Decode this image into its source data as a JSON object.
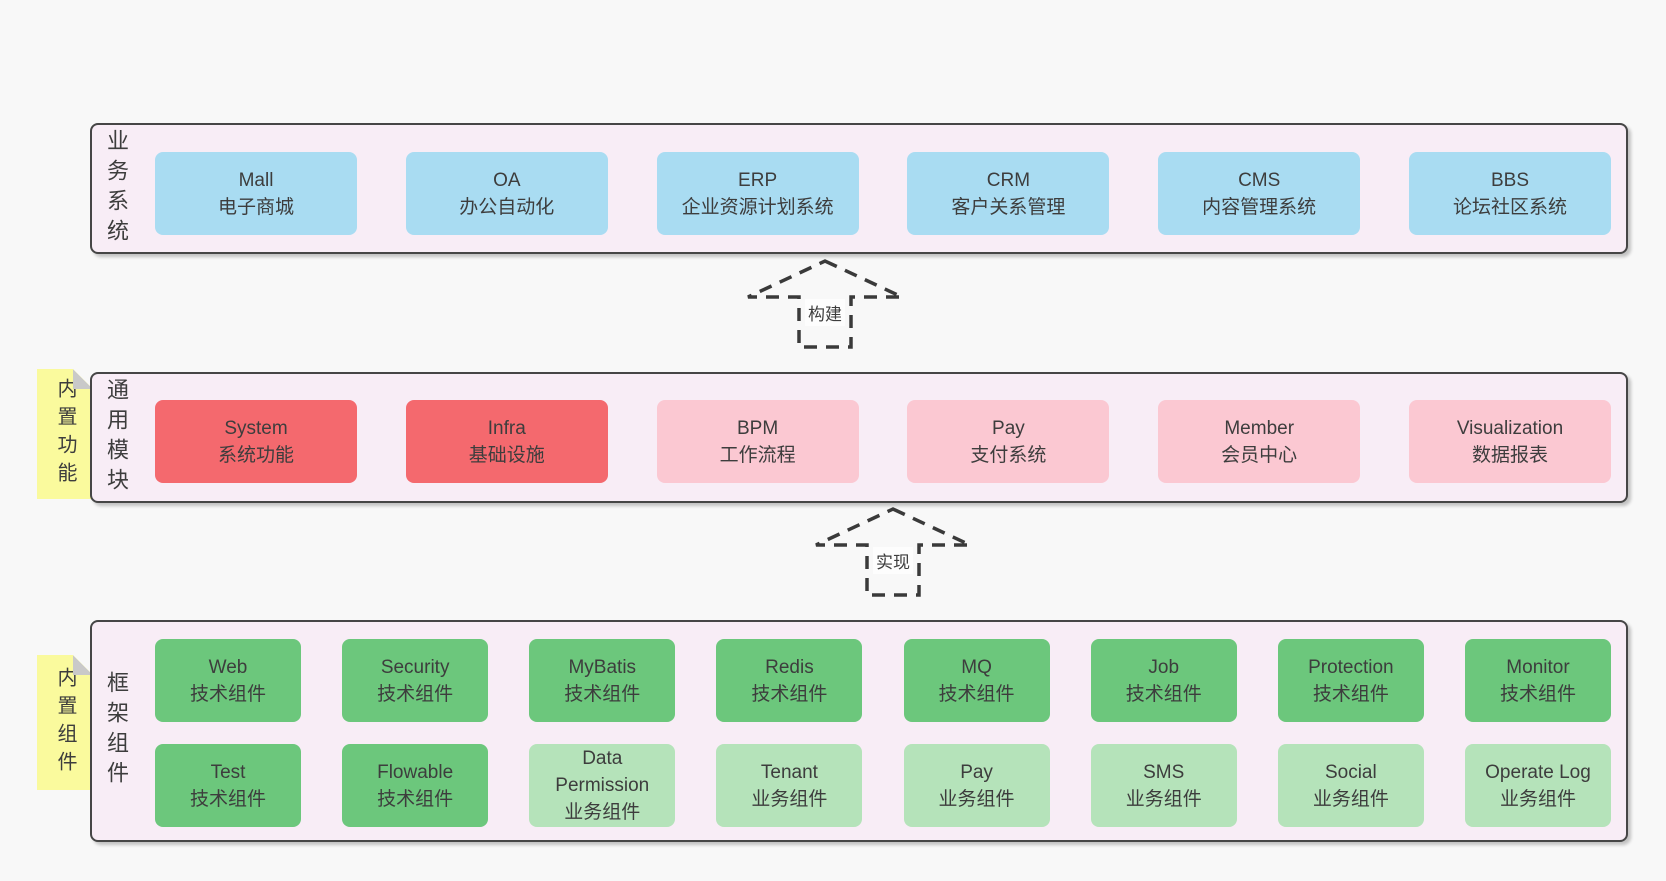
{
  "colors": {
    "page_bg": "#f8f8f8",
    "panel_bg": "#f8edf6",
    "panel_border": "#464646",
    "sticky_bg": "#fafa9d",
    "sticky_fold": "#c9c9c9",
    "box_blue": "#a9dcf2",
    "box_red": "#f4696e",
    "box_pink": "#fbc8d2",
    "box_green": "#6cc77c",
    "box_green_light": "#b5e3ba",
    "text": "#3d3d3d",
    "arrow_line": "#3a3a3a",
    "label_bg": "#fdfdfd"
  },
  "sections": {
    "business": {
      "label": "业务系统",
      "boxes": [
        {
          "en": "Mall",
          "zh": "电子商城",
          "color": "blue"
        },
        {
          "en": "OA",
          "zh": "办公自动化",
          "color": "blue"
        },
        {
          "en": "ERP",
          "zh": "企业资源计划系统",
          "color": "blue"
        },
        {
          "en": "CRM",
          "zh": "客户关系管理",
          "color": "blue"
        },
        {
          "en": "CMS",
          "zh": "内容管理系统",
          "color": "blue"
        },
        {
          "en": "BBS",
          "zh": "论坛社区系统",
          "color": "blue"
        }
      ]
    },
    "modules": {
      "label": "通用模块",
      "sticky": "内置功能",
      "boxes": [
        {
          "en": "System",
          "zh": "系统功能",
          "color": "red"
        },
        {
          "en": "Infra",
          "zh": "基础设施",
          "color": "red"
        },
        {
          "en": "BPM",
          "zh": "工作流程",
          "color": "pink"
        },
        {
          "en": "Pay",
          "zh": "支付系统",
          "color": "pink"
        },
        {
          "en": "Member",
          "zh": "会员中心",
          "color": "pink"
        },
        {
          "en": "Visualization",
          "zh": "数据报表",
          "color": "pink"
        }
      ]
    },
    "components": {
      "label": "框架组件",
      "sticky": "内置组件",
      "rows": [
        [
          {
            "en": "Web",
            "zh": "技术组件",
            "color": "green"
          },
          {
            "en": "Security",
            "zh": "技术组件",
            "color": "green"
          },
          {
            "en": "MyBatis",
            "zh": "技术组件",
            "color": "green"
          },
          {
            "en": "Redis",
            "zh": "技术组件",
            "color": "green"
          },
          {
            "en": "MQ",
            "zh": "技术组件",
            "color": "green"
          },
          {
            "en": "Job",
            "zh": "技术组件",
            "color": "green"
          },
          {
            "en": "Protection",
            "zh": "技术组件",
            "color": "green"
          },
          {
            "en": "Monitor",
            "zh": "技术组件",
            "color": "green"
          }
        ],
        [
          {
            "en": "Test",
            "zh": "技术组件",
            "color": "green"
          },
          {
            "en": "Flowable",
            "zh": "技术组件",
            "color": "green"
          },
          {
            "en": "Data Permission",
            "zh": "业务组件",
            "color": "green-light"
          },
          {
            "en": "Tenant",
            "zh": "业务组件",
            "color": "green-light"
          },
          {
            "en": "Pay",
            "zh": "业务组件",
            "color": "green-light"
          },
          {
            "en": "SMS",
            "zh": "业务组件",
            "color": "green-light"
          },
          {
            "en": "Social",
            "zh": "业务组件",
            "color": "green-light"
          },
          {
            "en": "Operate Log",
            "zh": "业务组件",
            "color": "green-light"
          }
        ]
      ]
    }
  },
  "arrows": [
    {
      "label": "构建"
    },
    {
      "label": "实现"
    }
  ]
}
